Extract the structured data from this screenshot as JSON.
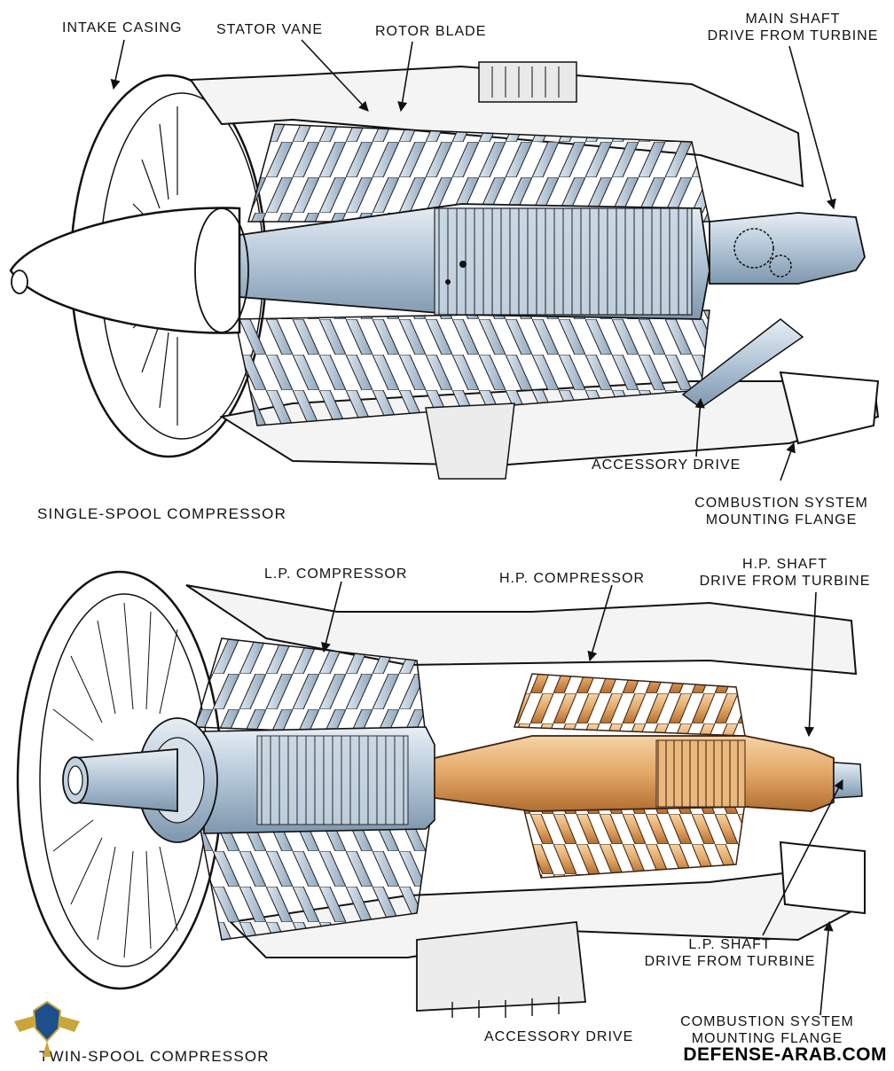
{
  "top": {
    "labels": {
      "intake_casing": "INTAKE CASING",
      "stator_vane": "STATOR VANE",
      "rotor_blade": "ROTOR BLADE",
      "main_shaft_1": "MAIN SHAFT",
      "main_shaft_2": "DRIVE FROM TURBINE",
      "accessory_drive": "ACCESSORY DRIVE",
      "combustion_1": "COMBUSTION SYSTEM",
      "combustion_2": "MOUNTING FLANGE"
    },
    "caption": "SINGLE-SPOOL COMPRESSOR"
  },
  "bottom": {
    "labels": {
      "lp_compressor": "L.P. COMPRESSOR",
      "hp_compressor": "H.P. COMPRESSOR",
      "hp_shaft_1": "H.P. SHAFT",
      "hp_shaft_2": "DRIVE FROM TURBINE",
      "lp_shaft_1": "L.P. SHAFT",
      "lp_shaft_2": "DRIVE FROM TURBINE",
      "accessory_drive": "ACCESSORY DRIVE",
      "combustion_1": "COMBUSTION SYSTEM",
      "combustion_2": "MOUNTING FLANGE"
    },
    "caption": "TWIN-SPOOL COMPRESSOR"
  },
  "watermark": "DEFENSE-ARAB.COM",
  "colors": {
    "steel": "#b9cbdb",
    "steel_dark": "#6f8aa3",
    "hp_orange": "#e3a766",
    "hp_dark": "#a8652a",
    "line": "#111111"
  }
}
